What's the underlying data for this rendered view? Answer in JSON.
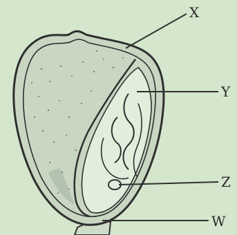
{
  "labels": {
    "x": "X",
    "y": "Y",
    "z": "Z",
    "w": "W"
  },
  "colors": {
    "background": "#d4e6cc",
    "outline": "#2f2f2f",
    "stipple": "#9aa8a0",
    "endosperm_fill": "#c8d6c2",
    "embryo_fill": "#e2eedc"
  }
}
